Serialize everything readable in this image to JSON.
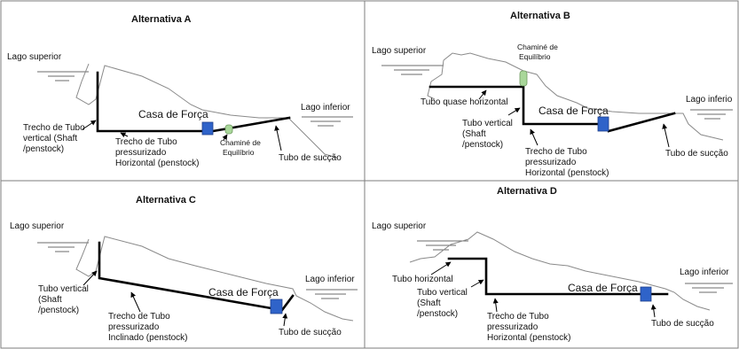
{
  "panels": {
    "a": {
      "title": "Alternativa A",
      "upper_lake": "Lago superior",
      "lower_lake": "Lago inferior",
      "powerhouse": "Casa de Força",
      "shaft": [
        "Trecho de Tubo",
        "vertical (Shaft",
        "/penstock)"
      ],
      "pipe": [
        "Trecho de Tubo",
        "pressurizado",
        "Horizontal (penstock)"
      ],
      "surge": [
        "Chaminé de",
        "Equilíbrio"
      ],
      "draft": "Tubo de sucção"
    },
    "b": {
      "title": "Alternativa B",
      "upper_lake": "Lago superior",
      "lower_lake": "Lago inferio",
      "powerhouse": "Casa de Força",
      "surge": [
        "Chaminé de",
        "Equilíbrio"
      ],
      "horiz": "Tubo quase horizontal",
      "shaft": [
        "Tubo vertical",
        "(Shaft",
        "/penstock)"
      ],
      "pipe": [
        "Trecho de Tubo",
        "pressurizado",
        "Horizontal (penstock)"
      ],
      "draft": "Tubo de sucção"
    },
    "c": {
      "title": "Alternativa C",
      "upper_lake": "Lago superior",
      "lower_lake": "Lago inferior",
      "powerhouse": "Casa de Força",
      "shaft": [
        "Tubo vertical",
        "(Shaft",
        "/penstock)"
      ],
      "pipe": [
        "Trecho de Tubo",
        "pressurizado",
        "Inclinado (penstock)"
      ],
      "draft": "Tubo de sucção"
    },
    "d": {
      "title": "Alternativa D",
      "upper_lake": "Lago superior",
      "lower_lake": "Lago inferior",
      "powerhouse": "Casa de Força",
      "horiz": "Tubo horizontal",
      "shaft": [
        "Tubo vertical",
        "(Shaft",
        "/penstock)"
      ],
      "pipe": [
        "Trecho de Tubo",
        "pressurizado",
        "Horizontal (penstock)"
      ],
      "draft": "Tubo de sucção"
    }
  },
  "colors": {
    "powerhouse": "#2f63c9",
    "surge_tank": "#a9d79a",
    "ground": "#8a8a8a",
    "pipe": "#000000"
  }
}
